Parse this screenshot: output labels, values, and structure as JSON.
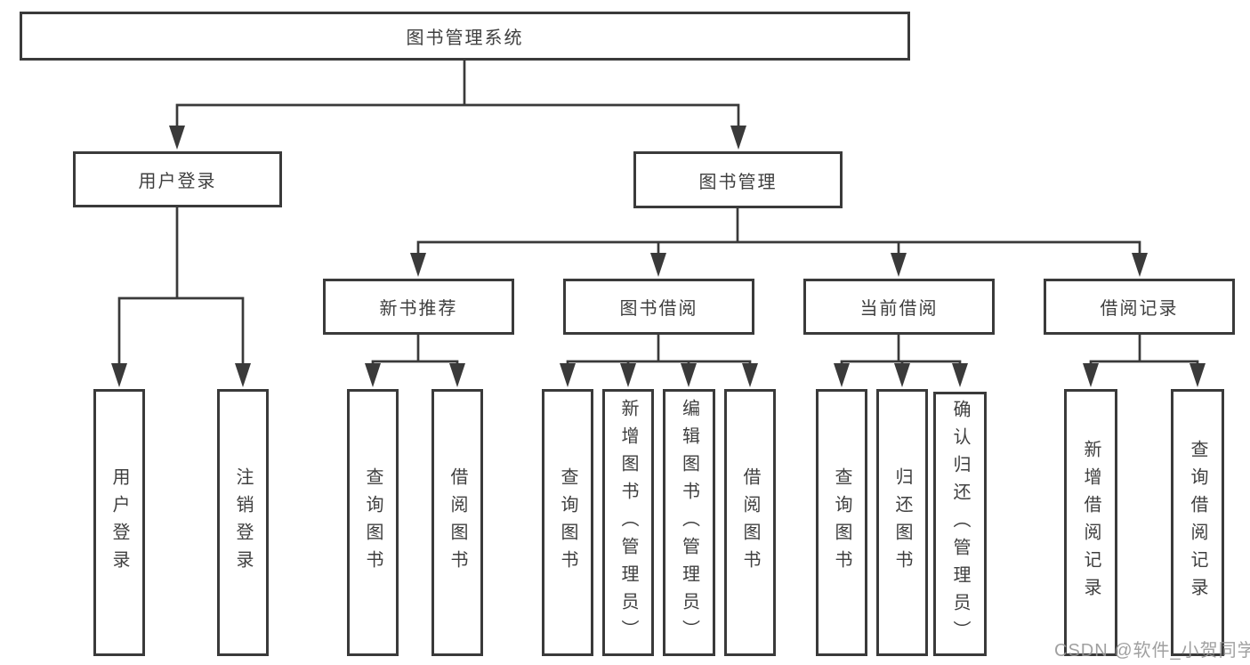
{
  "tree": {
    "label": "图书管理系统",
    "children": [
      {
        "label": "用户登录",
        "children": [
          {
            "label": "用户登录"
          },
          {
            "label": "注销登录"
          }
        ]
      },
      {
        "label": "图书管理",
        "children": [
          {
            "label": "新书推荐",
            "children": [
              {
                "label": "查询图书"
              },
              {
                "label": "借阅图书"
              }
            ]
          },
          {
            "label": "图书借阅",
            "children": [
              {
                "label": "查询图书"
              },
              {
                "label": "新增图书（管理员）"
              },
              {
                "label": "编辑图书（管理员）"
              },
              {
                "label": "借阅图书"
              }
            ]
          },
          {
            "label": "当前借阅",
            "children": [
              {
                "label": "查询图书"
              },
              {
                "label": "归还图书"
              },
              {
                "label": "确认归还（管理员）"
              }
            ]
          },
          {
            "label": "借阅记录",
            "children": [
              {
                "label": "新增借阅记录"
              },
              {
                "label": "查询借阅记录"
              }
            ]
          }
        ]
      }
    ]
  },
  "watermark": "CSDN @软件_小贺同学",
  "colors": {
    "line": "#3a3a3a",
    "text": "#3f3f3f",
    "background": "#ffffff",
    "watermark": "#969696"
  }
}
